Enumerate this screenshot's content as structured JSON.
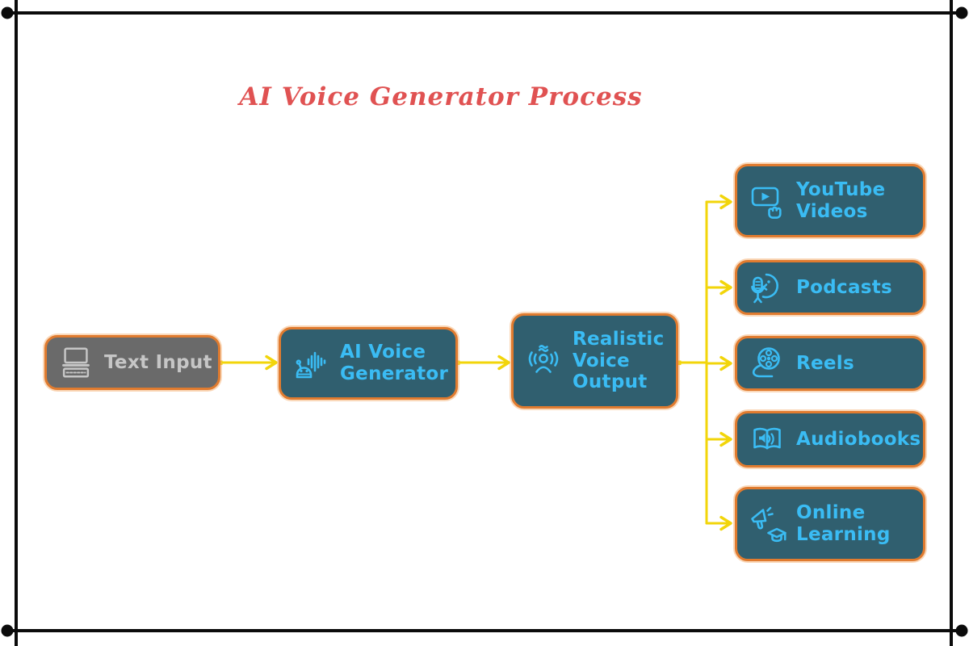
{
  "title": "AI Voice Generator Process",
  "nodes": {
    "input": {
      "label": "Text Input",
      "icon": "laptop-icon"
    },
    "generator": {
      "label": "AI Voice Generator",
      "icon": "robot-voice-waveform-icon"
    },
    "output": {
      "label": "Realistic Voice Output",
      "icon": "speaking-person-soundwaves-icon"
    },
    "outputs": [
      {
        "id": "youtube",
        "label": "YouTube Videos",
        "icon": "video-play-hand-icon"
      },
      {
        "id": "podcasts",
        "label": "Podcasts",
        "icon": "microphone-profile-icon"
      },
      {
        "id": "reels",
        "label": "Reels",
        "icon": "film-reel-icon"
      },
      {
        "id": "audiobooks",
        "label": "Audiobooks",
        "icon": "open-book-speaker-icon"
      },
      {
        "id": "online-learning",
        "label": "Online Learning",
        "icon": "megaphone-graduation-cap-icon"
      }
    ]
  },
  "colors": {
    "node_fill_teal": "#305f6f",
    "node_fill_gray": "#6a6a6a",
    "node_border": "#e07b2f",
    "arrow": "#f2d50a",
    "label_blue": "#3abcf4",
    "label_gray": "#c6c6c6",
    "title_red": "#e05252",
    "frame_black": "#0b0b0b"
  }
}
